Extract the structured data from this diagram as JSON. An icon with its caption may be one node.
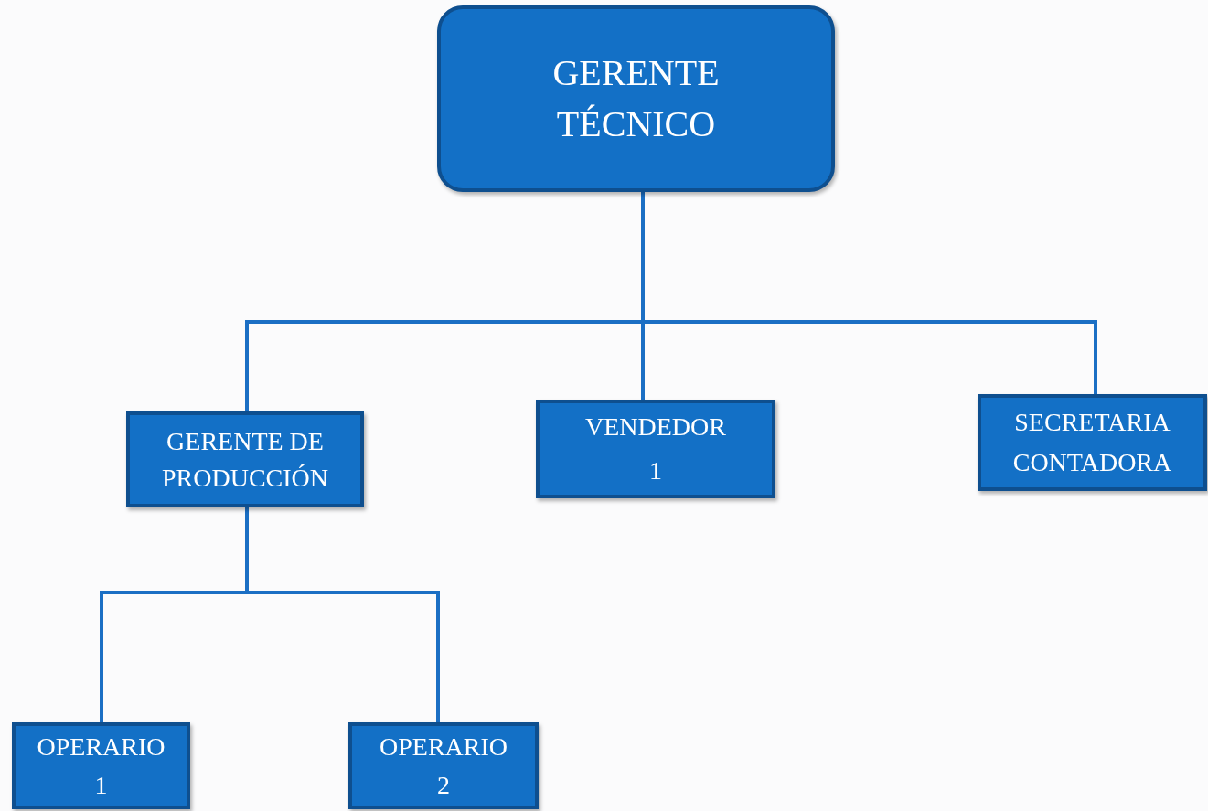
{
  "diagram": {
    "nodes": [
      {
        "text": [
          "GERENTE TÉCNICO"
        ]
      },
      {
        "text": [
          "GERENTE DE PRODUCCIÓN"
        ]
      },
      {
        "text": [
          "VENDEDOR 1"
        ]
      },
      {
        "text": [
          "SECRETARIA CONTADORA"
        ]
      },
      {
        "text": [
          "OPERARIO 1"
        ]
      },
      {
        "text": [
          "OPERARIO 2"
        ]
      }
    ],
    "edges": [
      {
        "from": 0,
        "to": 1,
        "arrow": "none"
      },
      {
        "from": 0,
        "to": 2,
        "arrow": "none"
      },
      {
        "from": 0,
        "to": 3,
        "arrow": "none"
      },
      {
        "from": 1,
        "to": 4,
        "arrow": "none"
      },
      {
        "from": 1,
        "to": 5,
        "arrow": "none"
      }
    ]
  }
}
